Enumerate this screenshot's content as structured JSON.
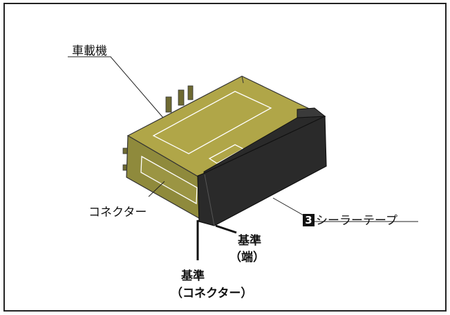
{
  "labels": {
    "vehicle_unit": "車載機",
    "connector": "コネクター",
    "sealer_tape_number": "3",
    "sealer_tape": "シーラーテープ",
    "ref_end_line1": "基準",
    "ref_end_line2": "（端）",
    "ref_connector_line1": "基準",
    "ref_connector_line2": "（コネクター）"
  },
  "colors": {
    "device_top": "#b0a648",
    "device_front": "#8f8a3c",
    "device_side": "#a59b42",
    "tape": "#2a2a2a",
    "border": "#222222"
  }
}
